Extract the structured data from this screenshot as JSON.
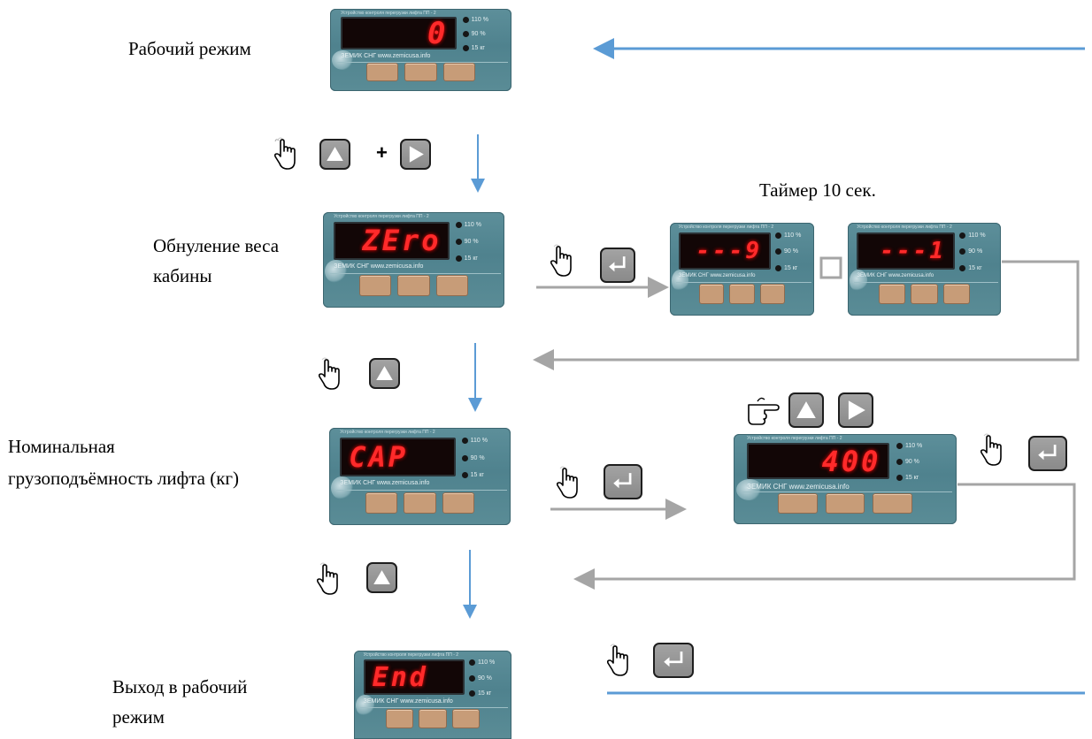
{
  "labels": {
    "work_mode": "Рабочий режим",
    "timer": "Таймер 10 сек.",
    "zero_line1": "Обнуление веса",
    "zero_line2": "кабины",
    "capacity_line1": "Номинальная",
    "capacity_line2": "грузоподъёмность лифта (кг)",
    "exit_line1": "Выход в рабочий",
    "exit_line2": "режим",
    "plus": "+"
  },
  "panel_common": {
    "caption": "Устройство контроля перегрузки лифта ПП - 2",
    "brand": "ЗЕМИК СНГ www.zemicusa.info",
    "led_labels": [
      "110 %",
      "90 %",
      "15 кг"
    ]
  },
  "displays": {
    "work": "0",
    "zero": "ZEro",
    "timer_start": "---9",
    "timer_end": "---1",
    "capacity": "CAP",
    "capacity_value": "400",
    "end": "End"
  },
  "icons": {
    "hand": "pointing-hand-icon",
    "hand_side": "pointing-hand-side-icon",
    "up": "up-triangle-icon",
    "right": "right-triangle-icon",
    "enter": "enter-return-icon"
  },
  "colors": {
    "flow_arrow": "#5b9bd5",
    "secondary_arrow": "#a5a5a5",
    "display_digits": "#ff2a2a",
    "panel_body": "#5a8c96",
    "key_fill": "#999999"
  }
}
